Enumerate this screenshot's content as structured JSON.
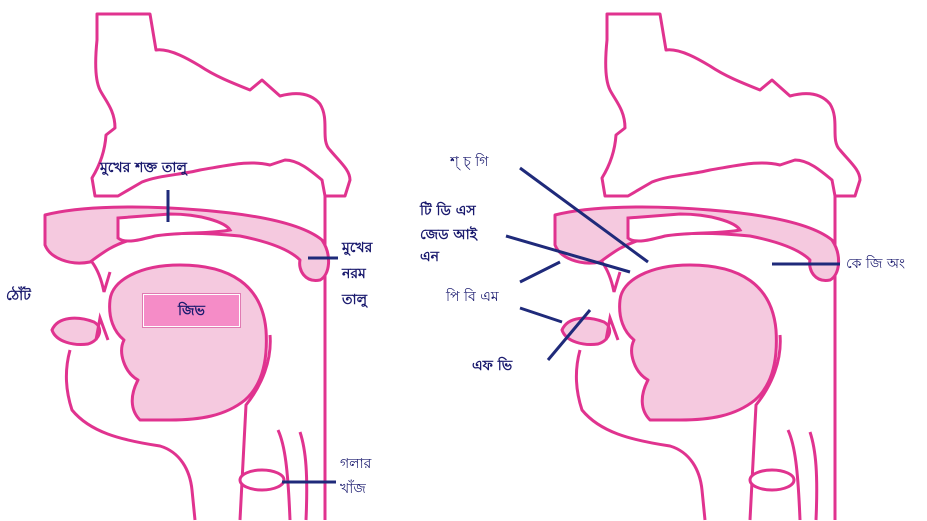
{
  "left_diagram": {
    "hard_palate": "মুখের শক্ত তালু",
    "soft_palate": [
      "মুখের",
      "নরম",
      "তালু"
    ],
    "lips": "ঠোঁট",
    "tongue": "জিভ",
    "larynx": [
      "গলার",
      "খাঁজ"
    ]
  },
  "right_diagram": {
    "palatal": "শ্ চ্ গি",
    "alveolar": [
      "টি ডি এস",
      "জেড আই",
      "এন"
    ],
    "bilabial": "পি বি এম",
    "labiodental": "এফ ভি",
    "velar": "কে জি অং"
  },
  "colors": {
    "outline": "#e0338f",
    "fill": "#f5c9df",
    "pointer": "#1f2a7a",
    "text": "#1a1a6e"
  }
}
